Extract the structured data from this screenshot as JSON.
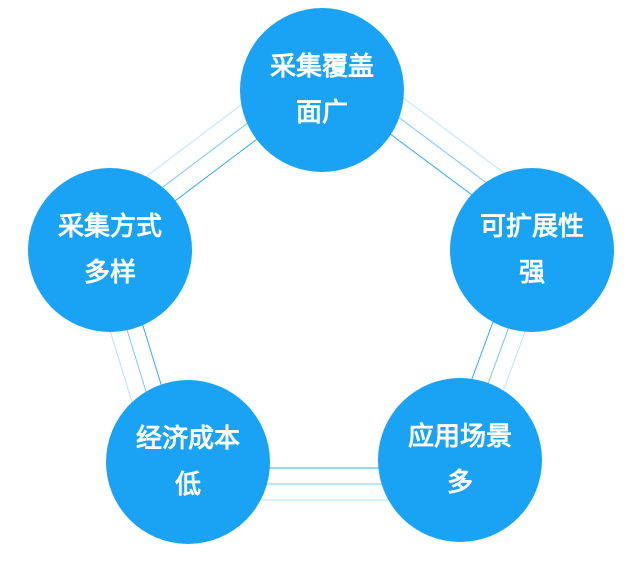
{
  "nodes": {
    "top": {
      "line1": "采集覆盖",
      "line2": "面广"
    },
    "right": {
      "line1": "可扩展性",
      "line2": "强"
    },
    "bottom_right": {
      "line1": "应用场景",
      "line2": "多"
    },
    "bottom_left": {
      "line1": "经济成本",
      "line2": "低"
    },
    "left": {
      "line1": "采集方式",
      "line2": "多样"
    }
  },
  "colors": {
    "node_fill": "#1aa3f5",
    "connector": "#1aa3f5",
    "text": "#ffffff"
  }
}
